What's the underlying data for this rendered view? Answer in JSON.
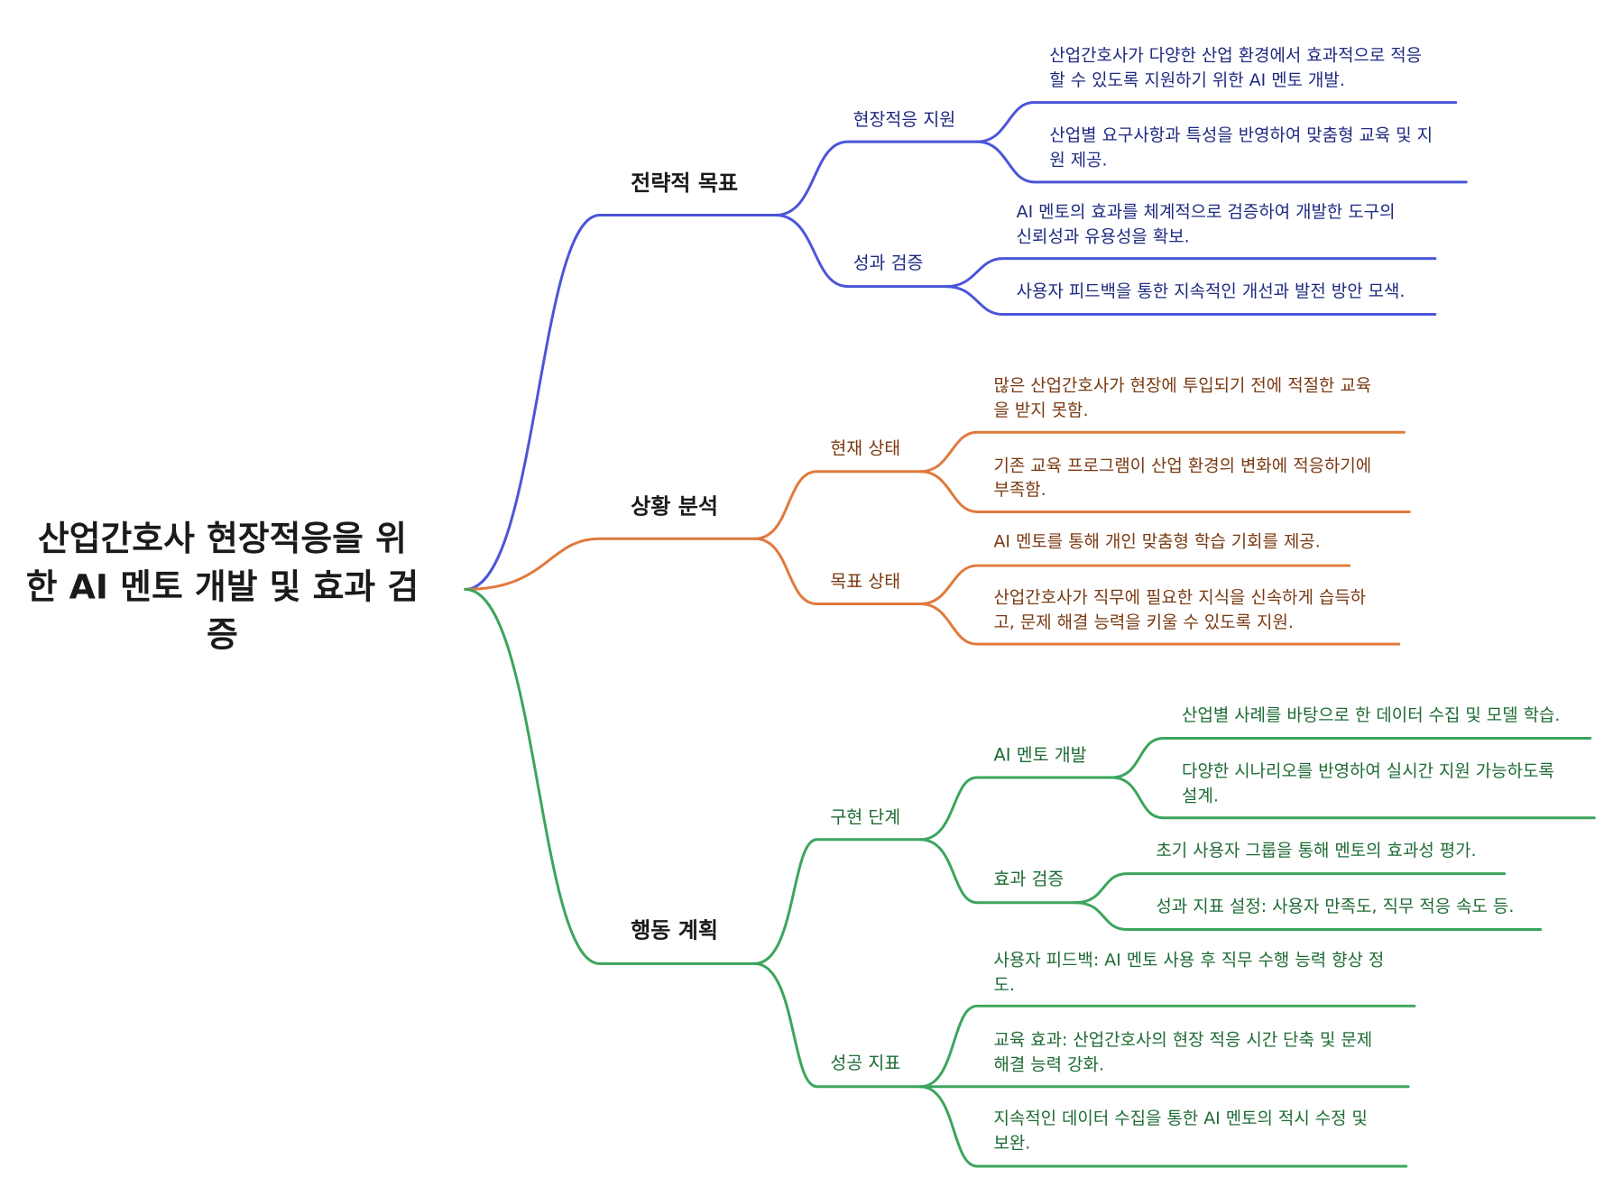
{
  "root": {
    "lines": [
      "산업간호사 현장적응을 위",
      "한 AI 멘토 개발 및 효과 검",
      "증"
    ]
  },
  "branches": [
    {
      "label": "전략적 목표",
      "color": "#4b55d9",
      "children": [
        {
          "label": "현장적응 지원",
          "leaves": [
            [
              "산업간호사가 다양한 산업 환경에서 효과적으로 적응",
              "할 수 있도록 지원하기 위한 AI 멘토 개발."
            ],
            [
              "산업별 요구사항과 특성을 반영하여 맞춤형 교육 및 지",
              "원 제공."
            ]
          ]
        },
        {
          "label": "성과 검증",
          "leaves": [
            [
              "AI 멘토의 효과를 체계적으로 검증하여 개발한 도구의",
              "신뢰성과 유용성을 확보."
            ],
            [
              "사용자 피드백을 통한 지속적인 개선과 발전 방안 모색."
            ]
          ]
        }
      ]
    },
    {
      "label": "상황 분석",
      "color": "#e07a3c",
      "children": [
        {
          "label": "현재 상태",
          "leaves": [
            [
              "많은 산업간호사가 현장에 투입되기 전에 적절한 교육",
              "을 받지 못함."
            ],
            [
              "기존 교육 프로그램이 산업 환경의 변화에 적응하기에",
              "부족함."
            ]
          ]
        },
        {
          "label": "목표 상태",
          "leaves": [
            [
              "AI 멘토를 통해 개인 맞춤형 학습 기회를 제공."
            ],
            [
              "산업간호사가 직무에 필요한 지식을 신속하게 습득하",
              "고, 문제 해결 능력을 키울 수 있도록 지원."
            ]
          ]
        }
      ]
    },
    {
      "label": "행동 계획",
      "color": "#3ba55c",
      "children": [
        {
          "label": "구현 단계",
          "children": [
            {
              "label": "AI 멘토 개발",
              "leaves": [
                [
                  "산업별 사례를 바탕으로 한 데이터 수집 및 모델 학습."
                ],
                [
                  "다양한 시나리오를 반영하여 실시간 지원 가능하도록",
                  "설계."
                ]
              ]
            },
            {
              "label": "효과 검증",
              "leaves": [
                [
                  "초기 사용자 그룹을 통해 멘토의 효과성 평가."
                ],
                [
                  "성과 지표 설정: 사용자 만족도, 직무 적응 속도 등."
                ]
              ]
            }
          ]
        },
        {
          "label": "성공 지표",
          "leaves": [
            [
              "사용자 피드백: AI 멘토 사용 후 직무 수행 능력 향상 정",
              "도."
            ],
            [
              "교육 효과: 산업간호사의 현장 적응 시간 단축 및 문제",
              "해결 능력 강화."
            ],
            [
              "지속적인 데이터 수집을 통한 AI 멘토의 적시 수정 및",
              "보완."
            ]
          ]
        }
      ]
    }
  ]
}
